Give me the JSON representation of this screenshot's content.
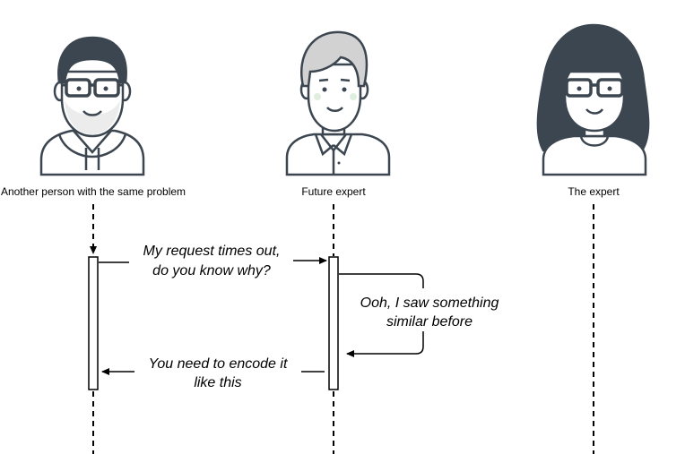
{
  "actors": [
    {
      "id": "another-person",
      "label": "Another person with the same problem",
      "icon": "man-with-glasses-hoodie-avatar"
    },
    {
      "id": "future-expert",
      "label": "Future expert",
      "icon": "man-collared-shirt-avatar"
    },
    {
      "id": "expert",
      "label": "The expert",
      "icon": "woman-with-glasses-avatar"
    }
  ],
  "messages": [
    {
      "from": "another-person",
      "to": "future-expert",
      "lines": [
        "My request times out,",
        "do you know why?"
      ]
    },
    {
      "from": "future-expert",
      "to": "future-expert",
      "lines": [
        "Ooh, I saw something",
        "similar before"
      ]
    },
    {
      "from": "future-expert",
      "to": "another-person",
      "lines": [
        "You need to encode it",
        "like this"
      ]
    }
  ],
  "colors": {
    "outline": "#3c4650",
    "hair": "#3c4650",
    "light_hair": "#d2d2d2",
    "skin": "#ffffff",
    "line": "#000000"
  }
}
